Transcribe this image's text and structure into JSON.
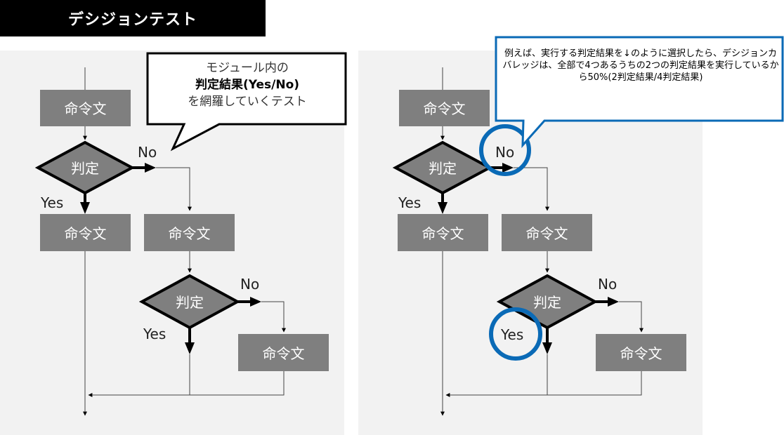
{
  "title": "デシジョンテスト",
  "labels": {
    "command": "命令文",
    "decision": "判定",
    "yes": "Yes",
    "no": "No"
  },
  "callout_left": {
    "line1": "モジュール内の",
    "line2": "判定結果(Yes/No)",
    "line3": "を網羅していくテスト"
  },
  "callout_right": {
    "text": "例えば、実行する判定結果を↓のように選択したら、デシジョンカバレッジは、全部で4つあるうちの2つの判定結果を実行しているから50%(2判定結果/4判定結果)"
  },
  "colors": {
    "box_fill": "#7f7f7f",
    "highlight": "#0a6ab6",
    "panel": "#f2f2f2"
  }
}
